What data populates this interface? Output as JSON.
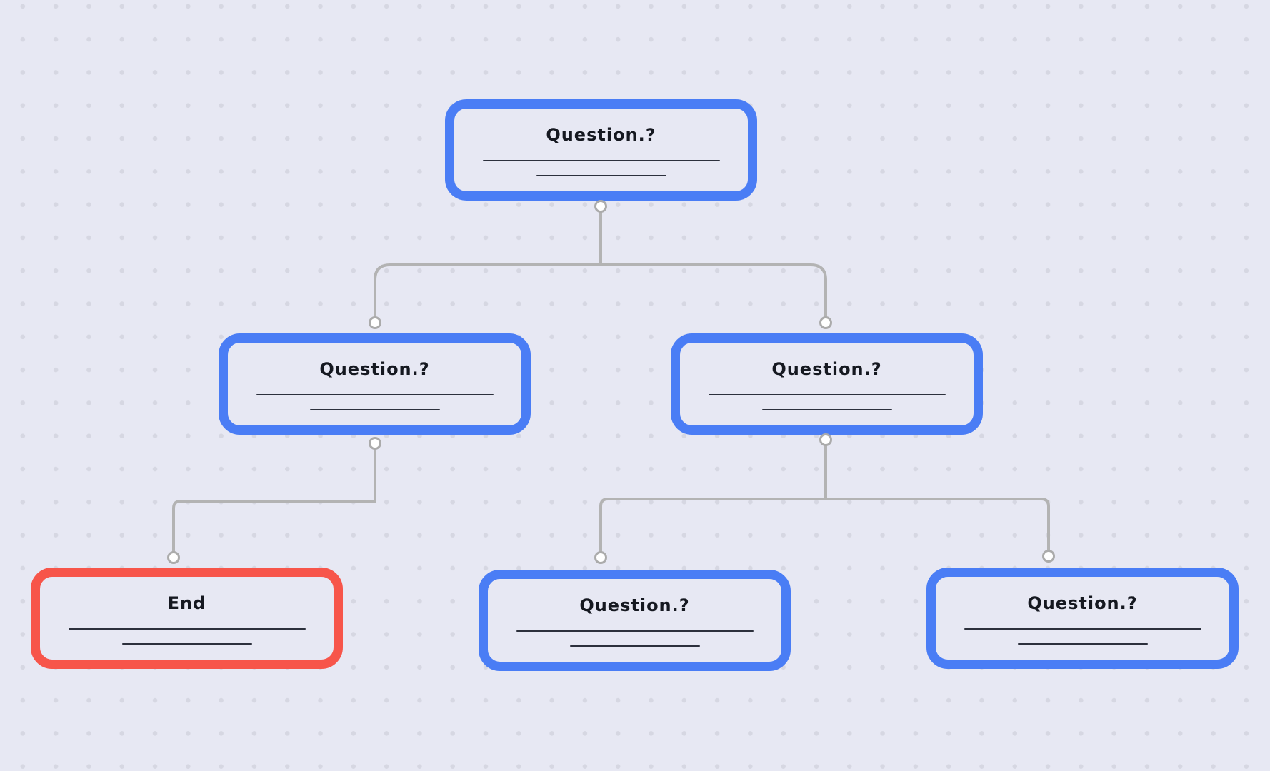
{
  "colors": {
    "background": "#e7e8f3",
    "node_border_blue": "#4a7df5",
    "node_border_red": "#f7554a",
    "connector": "#b3b3b3"
  },
  "nodes": [
    {
      "label": "Question.?",
      "color": "#4a7df5"
    },
    {
      "label": "Question.?",
      "color": "#4a7df5"
    },
    {
      "label": "Question.?",
      "color": "#4a7df5"
    },
    {
      "label": "End",
      "color": "#f7554a"
    },
    {
      "label": "Question.?",
      "color": "#4a7df5"
    },
    {
      "label": "Question.?",
      "color": "#4a7df5"
    }
  ],
  "edges": [
    {
      "from": 0,
      "to": 1
    },
    {
      "from": 0,
      "to": 2
    },
    {
      "from": 1,
      "to": 3
    },
    {
      "from": 2,
      "to": 4
    },
    {
      "from": 2,
      "to": 5
    }
  ]
}
